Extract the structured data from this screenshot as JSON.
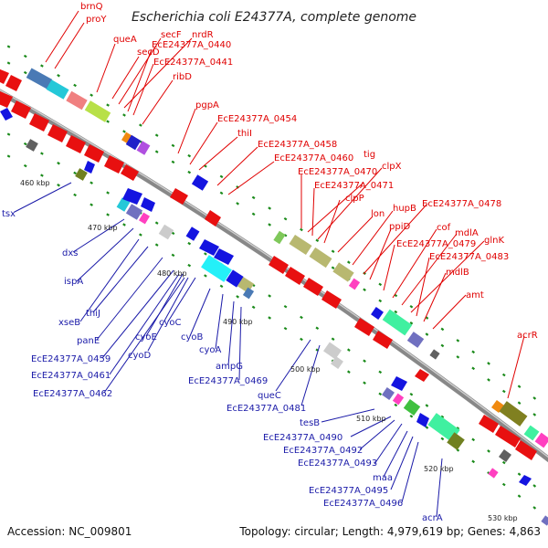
{
  "title": "Escherichia coli E24377A, complete genome",
  "footer": {
    "accession": "Accession: NC_009801",
    "summary": "Topology: circular; Length: 4,979,619 bp; Genes: 4,863"
  },
  "ticks": [
    "460 kbp",
    "470 kbp",
    "480 kbp",
    "490 kbp",
    "500 kbp",
    "510 kbp",
    "520 kbp",
    "530 kbp"
  ],
  "forward_genes": [
    "brnQ",
    "proY",
    "queA",
    "secF",
    "nrdR",
    "secD",
    "EcE24377A_0440",
    "EcE24377A_0441",
    "ribD",
    "pgpA",
    "EcE24377A_0454",
    "thiI",
    "EcE24377A_0458",
    "EcE24377A_0460",
    "tig",
    "EcE24377A_0470",
    "clpX",
    "EcE24377A_0471",
    "clpP",
    "lon",
    "hupB",
    "EcE24377A_0478",
    "ppiD",
    "cof",
    "mdlA",
    "glnK",
    "EcE24377A_0479",
    "EcE24377A_0483",
    "mdlB",
    "amt",
    "acrR"
  ],
  "reverse_genes": [
    "tsx",
    "dxs",
    "ispA",
    "xseB",
    "thiJ",
    "panE",
    "cyoE",
    "cyoC",
    "cyoB",
    "EcE24377A_0459",
    "cyoD",
    "cyoA",
    "EcE24377A_0461",
    "ampG",
    "EcE24377A_0462",
    "EcE24377A_0469",
    "queC",
    "EcE24377A_0481",
    "tesB",
    "EcE24377A_0490",
    "EcE24377A_0492",
    "EcE24377A_0493",
    "maa",
    "EcE24377A_0495",
    "EcE24377A_0496",
    "acrA"
  ],
  "colors": {
    "forward": "#e81010",
    "reverse": "#1414e0",
    "backbone": "#888888",
    "ticks": "#1a8a1a"
  }
}
